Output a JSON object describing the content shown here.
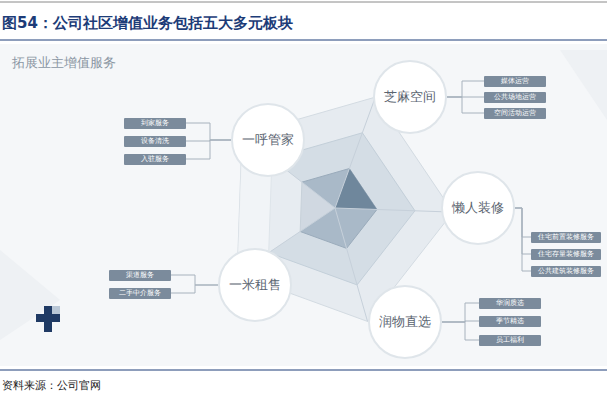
{
  "diagram": {
    "title": "图54：公司社区增值业务包括五大多元板块",
    "caption": "资料来源：公司官网",
    "nodes": [
      {
        "text": [
          "芝麻空间"
        ]
      },
      {
        "text": [
          "媒体运营"
        ]
      },
      {
        "text": [
          "公共场地运营"
        ]
      },
      {
        "text": [
          "空间活动运营"
        ]
      },
      {
        "text": [
          "一呼管家"
        ]
      },
      {
        "text": [
          "到家服务"
        ]
      },
      {
        "text": [
          "设备清洗"
        ]
      },
      {
        "text": [
          "入驻服务"
        ]
      },
      {
        "text": [
          "懒人装修"
        ]
      },
      {
        "text": [
          "住宅前置装修服务"
        ]
      },
      {
        "text": [
          "住宅存量装修服务"
        ]
      },
      {
        "text": [
          "公共建筑装修服务"
        ]
      },
      {
        "text": [
          "一米租售"
        ]
      },
      {
        "text": [
          "渠道服务"
        ]
      },
      {
        "text": [
          "二手中介服务"
        ]
      },
      {
        "text": [
          "润物直选"
        ]
      },
      {
        "text": [
          "华润质选"
        ]
      },
      {
        "text": [
          "季节精选"
        ]
      },
      {
        "text": [
          "员工福利"
        ]
      }
    ],
    "edges": [
      {
        "from": 0,
        "to": 1,
        "arrow": "none"
      },
      {
        "from": 0,
        "to": 2,
        "arrow": "none"
      },
      {
        "from": 0,
        "to": 3,
        "arrow": "none"
      },
      {
        "from": 4,
        "to": 5,
        "arrow": "none"
      },
      {
        "from": 4,
        "to": 6,
        "arrow": "none"
      },
      {
        "from": 4,
        "to": 7,
        "arrow": "none"
      },
      {
        "from": 8,
        "to": 9,
        "arrow": "none"
      },
      {
        "from": 8,
        "to": 10,
        "arrow": "none"
      },
      {
        "from": 8,
        "to": 11,
        "arrow": "none"
      },
      {
        "from": 12,
        "to": 13,
        "arrow": "none"
      },
      {
        "from": 12,
        "to": 14,
        "arrow": "none"
      },
      {
        "from": 15,
        "to": 16,
        "arrow": "none"
      },
      {
        "from": 15,
        "to": 17,
        "arrow": "none"
      },
      {
        "from": 15,
        "to": 18,
        "arrow": "none"
      }
    ],
    "labels": [
      "拓展业主增值服务"
    ]
  }
}
